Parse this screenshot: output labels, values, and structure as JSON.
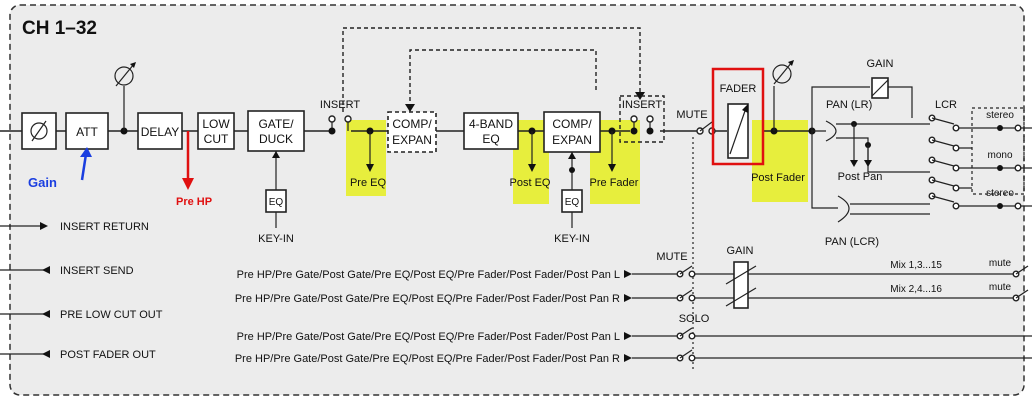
{
  "title": "CH 1–32",
  "blocks": {
    "att": "ATT",
    "delay": "DELAY",
    "low_cut_1": "LOW",
    "low_cut_2": "CUT",
    "gate_1": "GATE/",
    "gate_2": "DUCK",
    "comp1_1": "COMP/",
    "comp1_2": "EXPAN",
    "eq4_1": "4-BAND",
    "eq4_2": "EQ",
    "comp2_1": "COMP/",
    "comp2_2": "EXPAN",
    "eq_small_1": "EQ",
    "eq_small_2": "EQ"
  },
  "labels": {
    "insert_1": "INSERT",
    "insert_2": "INSERT",
    "mute": "MUTE",
    "fader": "FADER",
    "gain_top": "GAIN",
    "pan_lr": "PAN (LR)",
    "lcr": "LCR",
    "post_pan": "Post Pan",
    "pan_lcr": "PAN (LCR)",
    "key_in_1": "KEY-IN",
    "key_in_2": "KEY-IN",
    "stereo_1": "stereo",
    "mono": "mono",
    "stereo_2": "stereo",
    "pre_eq": "Pre EQ",
    "post_eq": "Post EQ",
    "pre_fader": "Pre Fader",
    "post_fader": "Post Fader",
    "mute_2": "MUTE",
    "gain_2": "GAIN",
    "solo": "SOLO",
    "mix_1": "Mix 1,3...15",
    "mix_2": "Mix 2,4...16",
    "mute_r1": "mute",
    "mute_r2": "mute"
  },
  "annotations": {
    "gain": "Gain",
    "pre_hp": "Pre HP"
  },
  "left_io": [
    "INSERT RETURN",
    "INSERT SEND",
    "PRE LOW CUT OUT",
    "POST FADER OUT"
  ],
  "send_lines": [
    "Pre HP/Pre Gate/Post Gate/Pre EQ/Post EQ/Pre Fader/Post Fader/Post Pan L",
    "Pre HP/Pre Gate/Post Gate/Pre EQ/Post EQ/Pre Fader/Post Fader/Post Pan R",
    "Pre HP/Pre Gate/Post Gate/Pre EQ/Post EQ/Pre Fader/Post Fader/Post Pan L",
    "Pre HP/Pre Gate/Post Gate/Pre EQ/Post EQ/Pre Fader/Post Fader/Post Pan R"
  ],
  "colors": {
    "highlight": "#e6ee1e",
    "gain_arrow": "#1a3ee0",
    "pre_hp_arrow": "#e01010",
    "fader_box": "#e01010"
  }
}
